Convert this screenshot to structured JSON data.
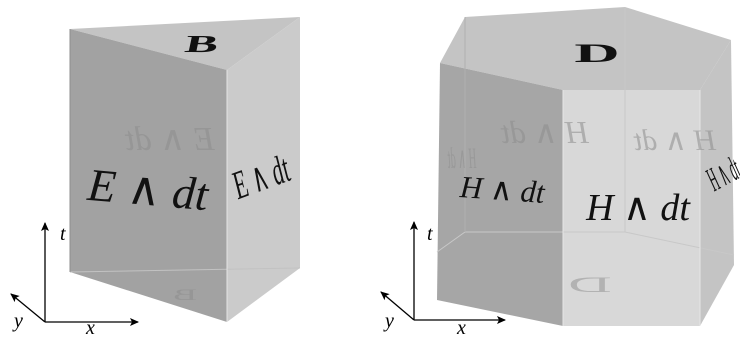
{
  "prism": {
    "top_letter": "B",
    "front_label": "E ∧ dt",
    "right_label": "E ∧ dt",
    "ghost_back": "E ∧ dt",
    "ghost_bottom": "B"
  },
  "hexprism": {
    "top_letter": "D",
    "front_label": "H ∧ dt",
    "left_label": "H ∧ dt",
    "right_label": "H ∧ dt",
    "ghost_back_left": "H ∧ dt",
    "ghost_back_right": "H ∧ dt",
    "ghost_bottom": "D"
  },
  "axes": {
    "t_label": "t",
    "x_label": "x",
    "y_label": "y"
  },
  "colors": {
    "dark_face": "#9c9c9c",
    "mid_face": "#b4b4b4",
    "light_face": "#d9d9d9",
    "top_face": "#c6c6c6",
    "text": "#111111",
    "ghost_text": "#7a7a7a"
  }
}
